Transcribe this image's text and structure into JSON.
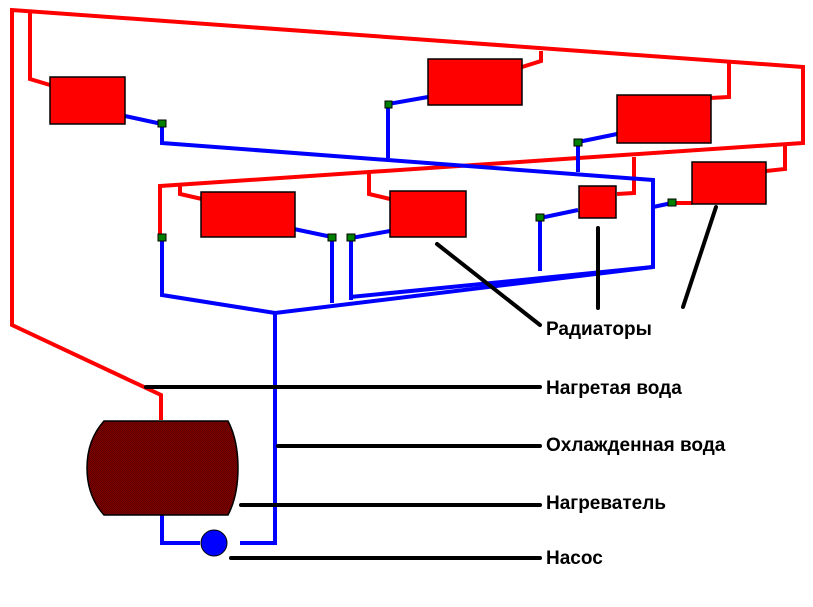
{
  "diagram": {
    "type": "heating-system-schematic",
    "colors": {
      "hot_pipe": "#ff0000",
      "cold_pipe": "#0000ff",
      "radiator": "#ff0000",
      "valve": "#008000",
      "heater": "#800000",
      "pump": "#0000ff",
      "leader_line": "#000000"
    },
    "labels": {
      "radiators": "Радиаторы",
      "hot_water": "Нагретая вода",
      "cooled_water": "Охлажденная вода",
      "heater": "Нагреватель",
      "pump": "Насос"
    },
    "components": {
      "radiator_count": 7,
      "valve_count": 8,
      "heater_count": 1,
      "pump_count": 1
    }
  }
}
